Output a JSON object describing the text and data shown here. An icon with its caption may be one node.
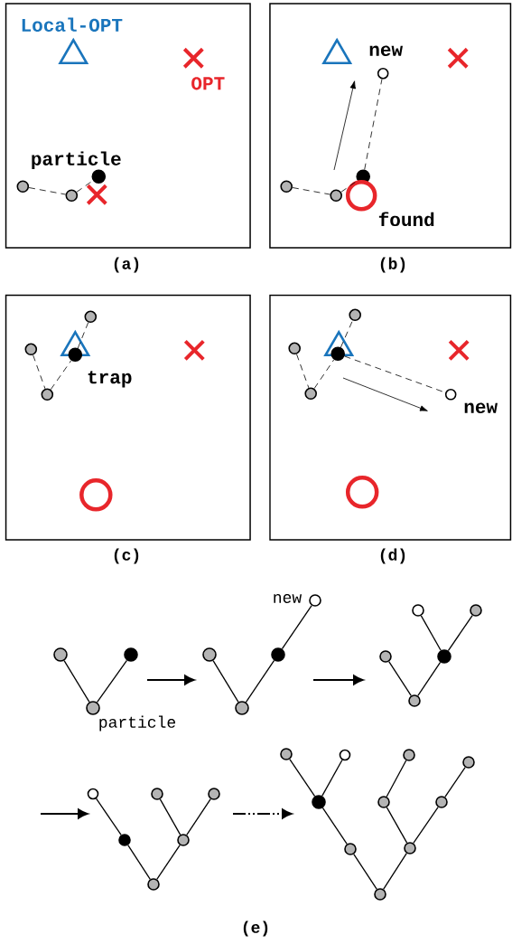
{
  "diagram": {
    "nodes": [
      {
        "text": [],
        "shape": "box",
        "beside": [
          "(a)"
        ]
      },
      {
        "text": [],
        "shape": "triangle",
        "in": 0,
        "beside": [
          "Local-OPT"
        ]
      },
      {
        "text": [
          "OPT"
        ],
        "in": 0
      },
      {
        "text": [],
        "shape": "circle",
        "in": 0
      },
      {
        "text": [],
        "shape": "circle",
        "in": 0
      },
      {
        "text": [],
        "shape": "circle",
        "in": 0,
        "beside": [
          "particle"
        ]
      },
      {
        "text": [],
        "shape": "cross",
        "in": 0
      },
      {
        "text": [],
        "shape": "box",
        "beside": [
          "(b)"
        ]
      },
      {
        "text": [],
        "shape": "triangle",
        "in": 7
      },
      {
        "text": [],
        "shape": "cross",
        "in": 7
      },
      {
        "text": [],
        "shape": "circle",
        "in": 7
      },
      {
        "text": [],
        "shape": "circle",
        "in": 7
      },
      {
        "text": [],
        "shape": "circle",
        "in": 7
      },
      {
        "text": [],
        "shape": "circle",
        "in": 7,
        "beside": [
          "found"
        ]
      },
      {
        "text": [],
        "shape": "circle",
        "in": 7,
        "beside": [
          "new"
        ]
      },
      {
        "text": [],
        "shape": "box",
        "beside": [
          "(c)"
        ]
      },
      {
        "text": [],
        "shape": "circle",
        "in": 15
      },
      {
        "text": [],
        "shape": "circle",
        "in": 15
      },
      {
        "text": [],
        "shape": "circle",
        "in": 15
      },
      {
        "text": [],
        "shape": "triangle",
        "in": 15
      },
      {
        "text": [],
        "shape": "circle",
        "in": 15,
        "beside": [
          "trap"
        ]
      },
      {
        "text": [],
        "shape": "cross",
        "in": 15
      },
      {
        "text": [],
        "shape": "circle",
        "in": 15
      },
      {
        "text": [],
        "shape": "box",
        "beside": [
          "(d)"
        ]
      },
      {
        "text": [],
        "shape": "circle",
        "in": 23
      },
      {
        "text": [],
        "shape": "circle",
        "in": 23
      },
      {
        "text": [],
        "shape": "circle",
        "in": 23
      },
      {
        "text": [],
        "shape": "triangle",
        "in": 23
      },
      {
        "text": [],
        "shape": "circle",
        "in": 23
      },
      {
        "text": [],
        "shape": "cross",
        "in": 23
      },
      {
        "text": [],
        "shape": "circle",
        "in": 23,
        "beside": [
          "new"
        ]
      },
      {
        "text": [],
        "shape": "circle",
        "in": 23
      },
      {
        "text": [],
        "shape": "circle"
      },
      {
        "text": [],
        "shape": "circle"
      },
      {
        "text": [],
        "shape": "circle",
        "beside": [
          "particle"
        ]
      },
      {
        "text": [],
        "shape": "circle"
      },
      {
        "text": [],
        "shape": "circle"
      },
      {
        "text": [],
        "shape": "circle"
      },
      {
        "text": [],
        "shape": "circle",
        "beside": [
          "new"
        ]
      },
      {
        "text": [],
        "shape": "circle"
      },
      {
        "text": [],
        "shape": "circle"
      },
      {
        "text": [],
        "shape": "circle"
      },
      {
        "text": [],
        "shape": "circle"
      },
      {
        "text": [],
        "shape": "circle"
      },
      {
        "text": [],
        "shape": "circle"
      },
      {
        "text": [],
        "shape": "circle"
      },
      {
        "text": [],
        "shape": "circle"
      },
      {
        "text": [],
        "shape": "circle"
      },
      {
        "text": [],
        "shape": "circle"
      },
      {
        "text": [],
        "shape": "circle"
      },
      {
        "text": [],
        "shape": "circle"
      },
      {
        "text": [],
        "shape": "circle"
      },
      {
        "text": [],
        "shape": "circle"
      },
      {
        "text": [],
        "shape": "circle"
      },
      {
        "text": [],
        "shape": "circle"
      },
      {
        "text": [],
        "shape": "circle"
      },
      {
        "text": [],
        "shape": "circle"
      },
      {
        "text": [],
        "shape": "circle"
      },
      {
        "text": [],
        "shape": "circle"
      },
      {
        "text": [],
        "shape": "circle"
      }
    ],
    "edges": [
      {
        "from": 3,
        "to": 4,
        "arrow": "none",
        "style": "dashed"
      },
      {
        "from": 4,
        "to": 5,
        "arrow": "none",
        "style": "dashed"
      },
      {
        "from": 10,
        "to": 11,
        "arrow": "none",
        "style": "dashed"
      },
      {
        "from": 11,
        "to": 12,
        "arrow": "none",
        "style": "dashed"
      },
      {
        "from": 12,
        "to": 14,
        "arrow": "none",
        "style": "dashed"
      },
      {
        "from": 17,
        "to": 18,
        "arrow": "none",
        "style": "dashed"
      },
      {
        "from": 18,
        "to": 20,
        "arrow": "none",
        "style": "dashed"
      },
      {
        "from": 20,
        "to": 16,
        "arrow": "none",
        "style": "dashed"
      },
      {
        "from": 25,
        "to": 26,
        "arrow": "none",
        "style": "dashed"
      },
      {
        "from": 26,
        "to": 28,
        "arrow": "none",
        "style": "dashed"
      },
      {
        "from": 28,
        "to": 24,
        "arrow": "none",
        "style": "dashed"
      },
      {
        "from": 28,
        "to": 30,
        "arrow": "none",
        "style": "dashed"
      },
      {
        "from": 32,
        "to": 34,
        "arrow": "none"
      },
      {
        "from": 33,
        "to": 34,
        "arrow": "none"
      },
      {
        "from": 35,
        "to": 37,
        "arrow": "none"
      },
      {
        "from": 36,
        "to": 37,
        "arrow": "none"
      },
      {
        "from": 36,
        "to": 38,
        "arrow": "none"
      },
      {
        "from": 39,
        "to": 42,
        "arrow": "none"
      },
      {
        "from": 40,
        "to": 42,
        "arrow": "none"
      },
      {
        "from": 41,
        "to": 43,
        "arrow": "none"
      },
      {
        "from": 42,
        "to": 43,
        "arrow": "none"
      },
      {
        "from": 44,
        "to": 47,
        "arrow": "none"
      },
      {
        "from": 47,
        "to": 49,
        "arrow": "none"
      },
      {
        "from": 45,
        "to": 48,
        "arrow": "none"
      },
      {
        "from": 46,
        "to": 48,
        "arrow": "none"
      },
      {
        "from": 48,
        "to": 49,
        "arrow": "none"
      },
      {
        "from": 50,
        "to": 54,
        "arrow": "none"
      },
      {
        "from": 51,
        "to": 54,
        "arrow": "none"
      },
      {
        "from": 54,
        "to": 57,
        "arrow": "none"
      },
      {
        "from": 57,
        "to": 59,
        "arrow": "none"
      },
      {
        "from": 52,
        "to": 55,
        "arrow": "none"
      },
      {
        "from": 55,
        "to": 58,
        "arrow": "none"
      },
      {
        "from": 53,
        "to": 56,
        "arrow": "none"
      },
      {
        "from": 56,
        "to": 58,
        "arrow": "none"
      },
      {
        "from": 58,
        "to": 59,
        "arrow": "none"
      }
    ],
    "labels": [
      "(e)"
    ]
  }
}
